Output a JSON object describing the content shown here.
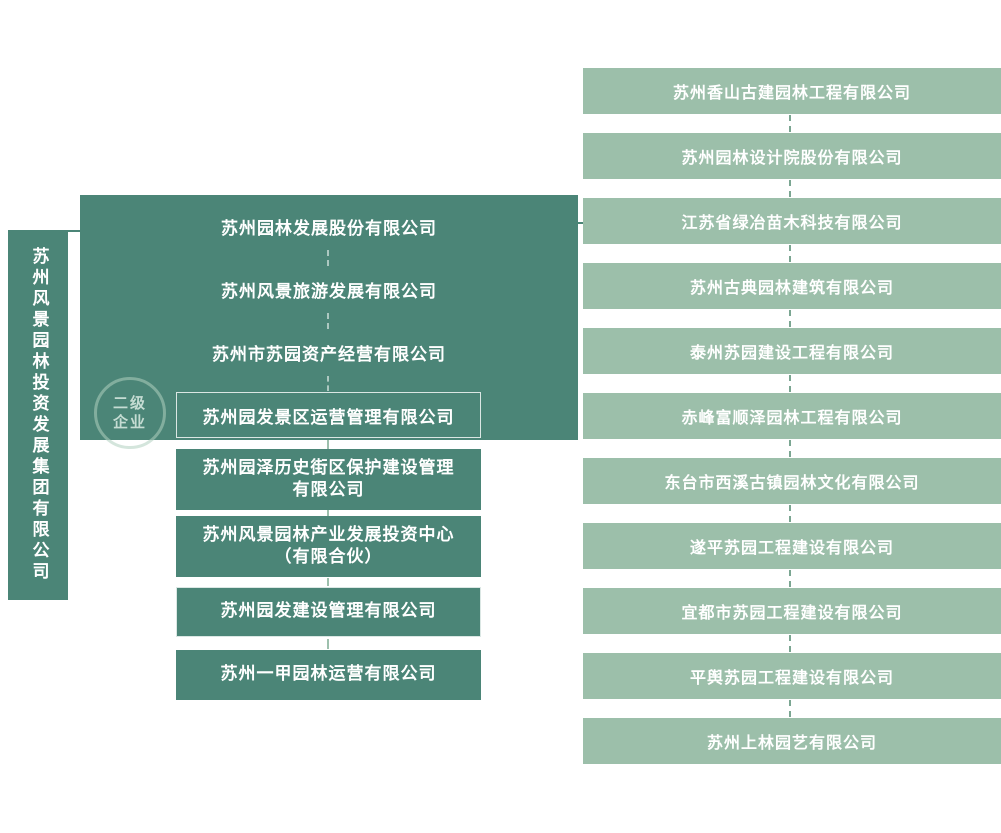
{
  "colors": {
    "dark": "#4b8577",
    "light": "#9cbfaa",
    "text": "#ffffff"
  },
  "root": {
    "label": "苏州风景园林投资发展集团有限公司"
  },
  "watermark": {
    "line1": "二级",
    "line2": "企业"
  },
  "middle": {
    "items": [
      {
        "label": "苏州园林发展股份有限公司"
      },
      {
        "label": "苏州风景旅游发展有限公司"
      },
      {
        "label": "苏州市苏园资产经营有限公司"
      },
      {
        "label": "苏州园发景区运营管理有限公司"
      },
      {
        "lines": [
          "苏州园泽历史街区保护建设管理",
          "有限公司"
        ]
      },
      {
        "lines": [
          "苏州风景园林产业发展投资中心",
          "（有限合伙）"
        ]
      },
      {
        "label": "苏州园发建设管理有限公司"
      },
      {
        "label": "苏州一甲园林运营有限公司"
      }
    ]
  },
  "right": {
    "items": [
      {
        "label": "苏州香山古建园林工程有限公司"
      },
      {
        "label": "苏州园林设计院股份有限公司"
      },
      {
        "label": "江苏省绿冶苗木科技有限公司"
      },
      {
        "label": "苏州古典园林建筑有限公司"
      },
      {
        "label": "泰州苏园建设工程有限公司"
      },
      {
        "label": "赤峰富顺泽园林工程有限公司"
      },
      {
        "label": "东台市西溪古镇园林文化有限公司"
      },
      {
        "label": "遂平苏园工程建设有限公司"
      },
      {
        "label": "宜都市苏园工程建设有限公司"
      },
      {
        "label": "平舆苏园工程建设有限公司"
      },
      {
        "label": "苏州上林园艺有限公司"
      }
    ]
  }
}
